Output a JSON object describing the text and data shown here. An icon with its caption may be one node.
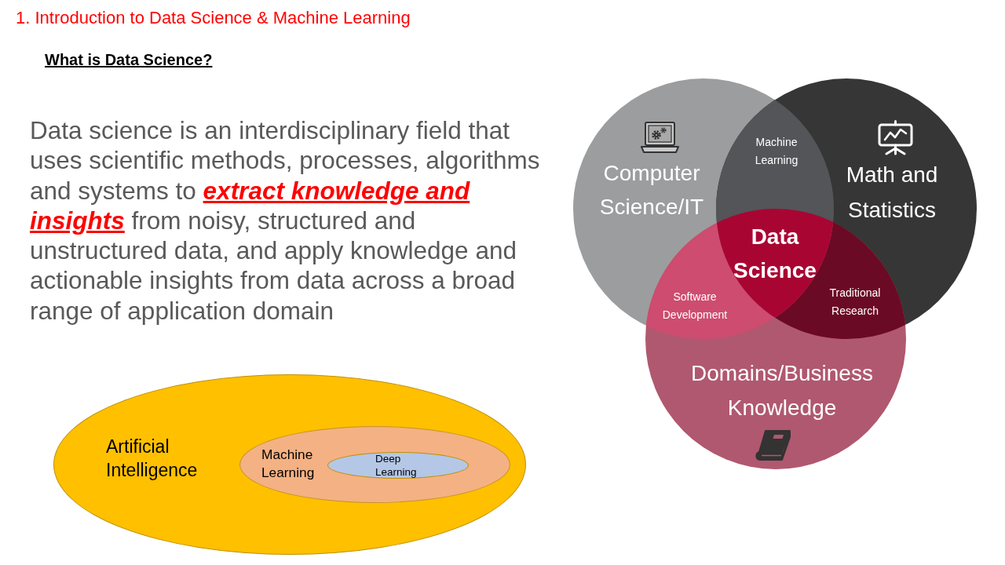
{
  "diagram": {
    "title": "1. Introduction to Data Science & Machine Learning",
    "nodes": [
      {
        "text": [
          "Computer Science/IT"
        ]
      },
      {
        "text": [
          "Math and Statistics"
        ]
      },
      {
        "text": [
          "Domains/Business Knowledge"
        ]
      },
      {
        "text": [
          "Artificial Intelligence"
        ]
      },
      {
        "text": [
          "Machine Learning"
        ],
        "in": 3
      },
      {
        "text": [
          "Deep Learning"
        ],
        "in": 4
      }
    ],
    "labels": [
      "What is Data Science?",
      "Data science is an interdisciplinary field that uses scientific methods, processes, algorithms and systems to *extract knowledge and insights* from noisy, structured and unstructured data, and apply knowledge and actionable insights from data across a broad range of application domain",
      "Machine Learning",
      "Data Science",
      "Software Development",
      "Traditional Research"
    ]
  }
}
